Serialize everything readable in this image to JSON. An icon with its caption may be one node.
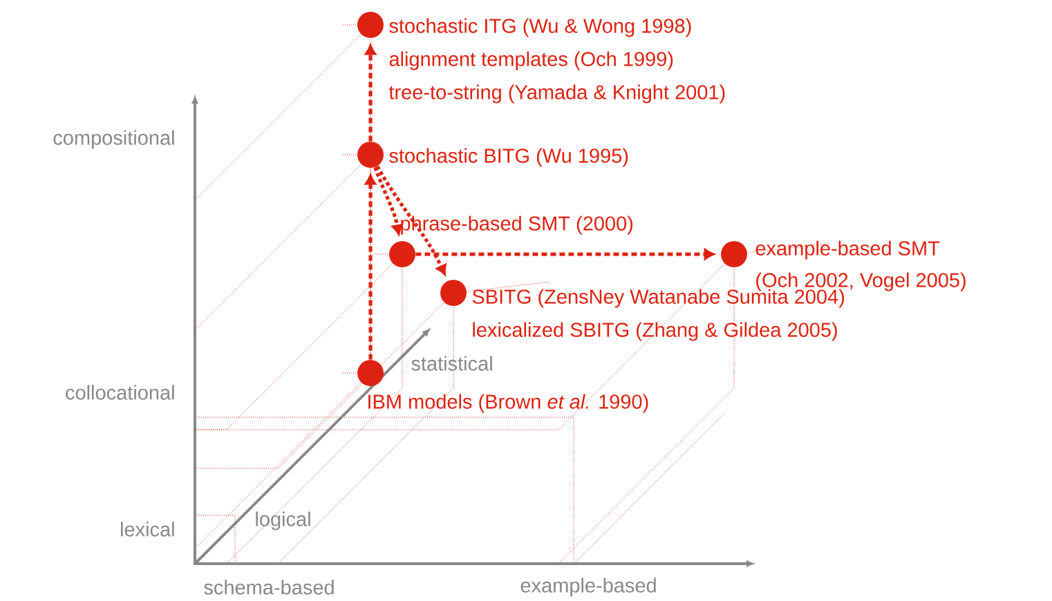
{
  "diagram": {
    "nodes": [
      {
        "text": [],
        "shape": "circle",
        "beside": [
          "stochastic ITG (Wu & Wong 1998)",
          "alignment templates (Och 1999)",
          "tree-to-string (Yamada & Knight 2001)"
        ]
      },
      {
        "text": [],
        "shape": "circle",
        "beside": [
          "stochastic BITG (Wu 1995)"
        ]
      },
      {
        "text": [],
        "shape": "circle",
        "beside": [
          "phrase-based SMT (2000)"
        ]
      },
      {
        "text": [],
        "shape": "circle",
        "beside": [
          "example-based SMT",
          "(Och 2002, Vogel 2005)"
        ]
      },
      {
        "text": [],
        "shape": "circle",
        "beside": [
          "SBITG (ZensNey Watanabe Sumita 2004)",
          "lexicalized SBITG (Zhang & Gildea 2005)"
        ]
      },
      {
        "text": [],
        "shape": "circle",
        "beside": [
          "IBM models (Brown *et al.* 1990)"
        ]
      }
    ],
    "edges": [
      {
        "from": 5,
        "to": 1,
        "arrow": "to"
      },
      {
        "from": 1,
        "to": 0,
        "arrow": "to"
      },
      {
        "from": 1,
        "to": 2,
        "arrow": "to"
      },
      {
        "from": 1,
        "to": 4,
        "arrow": "to"
      },
      {
        "from": 2,
        "to": 3,
        "arrow": "to"
      }
    ],
    "labels": [
      "compositional",
      "collocational",
      "lexical",
      "statistical",
      "logical",
      "schema-based",
      "example-based"
    ]
  }
}
